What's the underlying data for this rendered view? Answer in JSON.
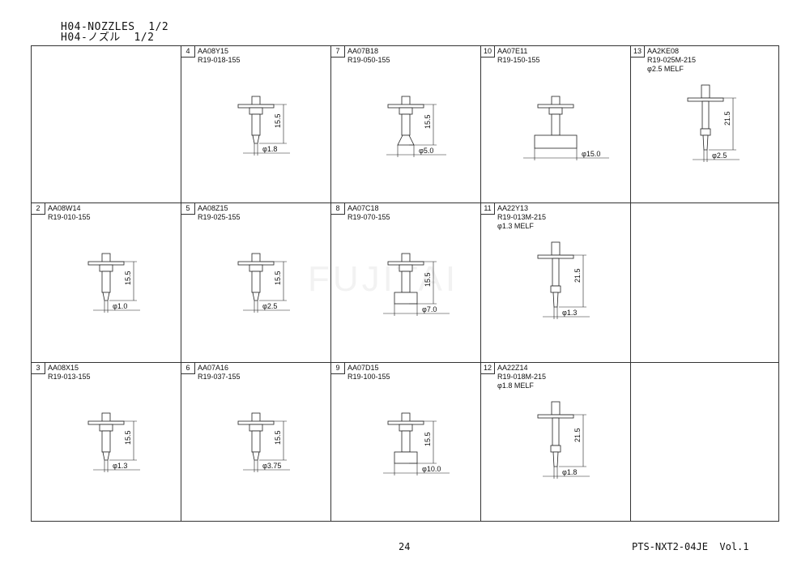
{
  "header": {
    "title_en": "H04-NOZZLES  1/2",
    "title_ja": "H04-ノズル  1/2"
  },
  "watermark": "FUJITAI",
  "footer": {
    "page_number": "24",
    "document_code": "PTS-NXT2-04JE  Vol.1"
  },
  "nozzles": [
    {
      "num": "2",
      "code": "AA08W14",
      "part": "R19-010-155",
      "dia": "φ1.0",
      "height": "15.5",
      "type": "tip"
    },
    {
      "num": "3",
      "code": "AA08X15",
      "part": "R19-013-155",
      "dia": "φ1.3",
      "height": "15.5",
      "type": "tip"
    },
    {
      "num": "4",
      "code": "AA08Y15",
      "part": "R19-018-155",
      "dia": "φ1.8",
      "height": "15.5",
      "type": "tip"
    },
    {
      "num": "5",
      "code": "AA08Z15",
      "part": "R19-025-155",
      "dia": "φ2.5",
      "height": "15.5",
      "type": "tip"
    },
    {
      "num": "6",
      "code": "AA07A16",
      "part": "R19-037-155",
      "dia": "φ3.75",
      "height": "15.5",
      "type": "tip"
    },
    {
      "num": "7",
      "code": "AA07B18",
      "part": "R19-050-155",
      "dia": "φ5.0",
      "height": "15.5",
      "type": "flare"
    },
    {
      "num": "8",
      "code": "AA07C18",
      "part": "R19-070-155",
      "dia": "φ7.0",
      "height": "15.5",
      "type": "pad"
    },
    {
      "num": "9",
      "code": "AA07D15",
      "part": "R19-100-155",
      "dia": "φ10.0",
      "height": "15.5",
      "type": "pad"
    },
    {
      "num": "10",
      "code": "AA07E11",
      "part": "R19-150-155",
      "dia": "φ15.0",
      "height": "",
      "type": "widepad"
    },
    {
      "num": "11",
      "code": "AA22Y13",
      "part": "R19-013M-215",
      "note": "φ1.3 MELF",
      "dia": "φ1.3",
      "height": "21.5",
      "type": "long"
    },
    {
      "num": "12",
      "code": "AA22Z14",
      "part": "R19-018M-215",
      "note": "φ1.8 MELF",
      "dia": "φ1.8",
      "height": "21.5",
      "type": "long"
    },
    {
      "num": "13",
      "code": "AA2KE08",
      "part": "R19-025M-215",
      "note": "φ2.5 MELF",
      "dia": "φ2.5",
      "height": "21.5",
      "type": "long"
    }
  ]
}
